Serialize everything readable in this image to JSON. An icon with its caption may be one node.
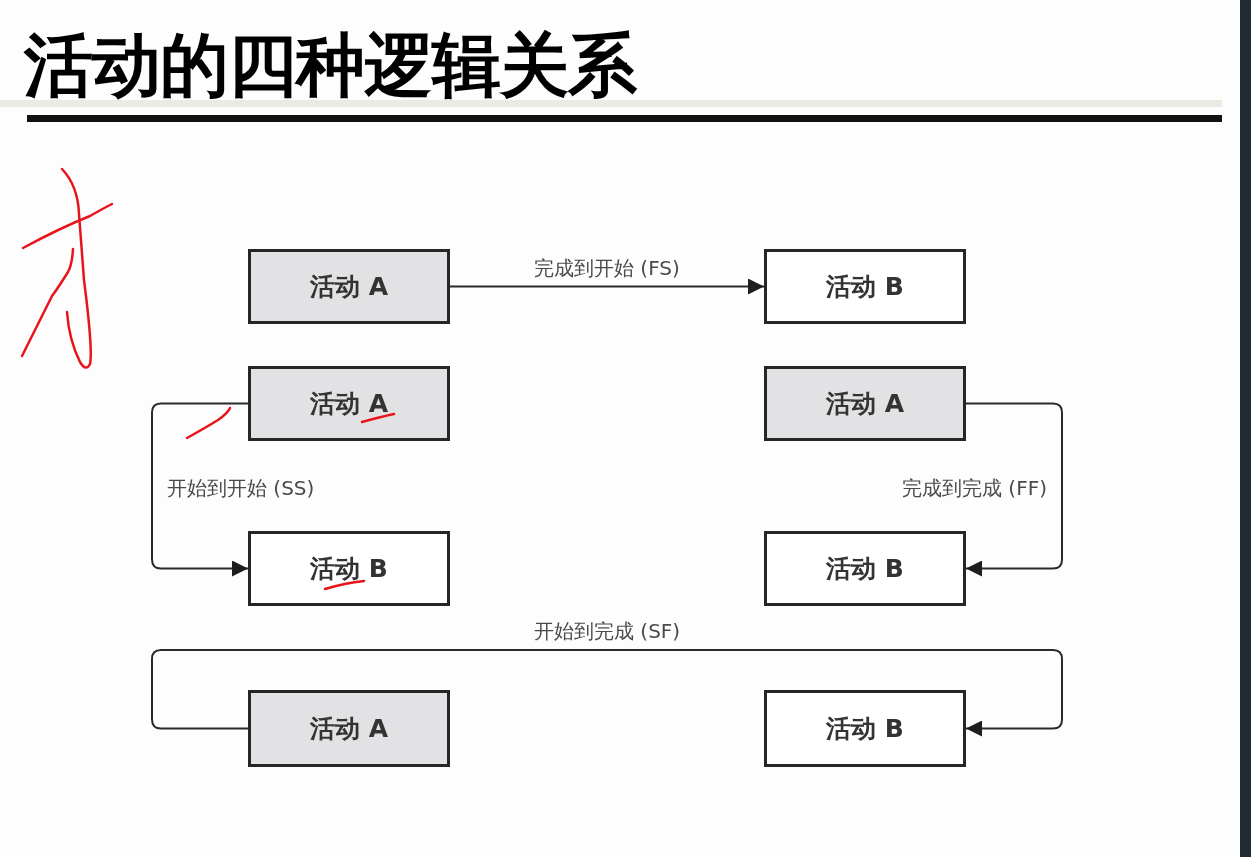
{
  "diagram": {
    "title": "活动的四种逻辑关系",
    "nodes": [
      {
        "text": [
          "活动 A"
        ]
      },
      {
        "text": [
          "活动 B"
        ]
      },
      {
        "text": [
          "活动 A"
        ]
      },
      {
        "text": [
          "活动 A"
        ]
      },
      {
        "text": [
          "活动 B"
        ]
      },
      {
        "text": [
          "活动 B"
        ]
      },
      {
        "text": [
          "活动 A"
        ]
      },
      {
        "text": [
          "活动 B"
        ]
      }
    ],
    "edges": [
      {
        "from": 0,
        "to": 1,
        "arrow": "to",
        "label": "完成到开始 (FS)"
      },
      {
        "from": 2,
        "to": 4,
        "arrow": "to",
        "label": "开始到开始 (SS)"
      },
      {
        "from": 3,
        "to": 5,
        "arrow": "to",
        "label": "完成到完成 (FF)"
      },
      {
        "from": 6,
        "to": 7,
        "arrow": "to",
        "label": "开始到完成 (SF)"
      }
    ]
  }
}
